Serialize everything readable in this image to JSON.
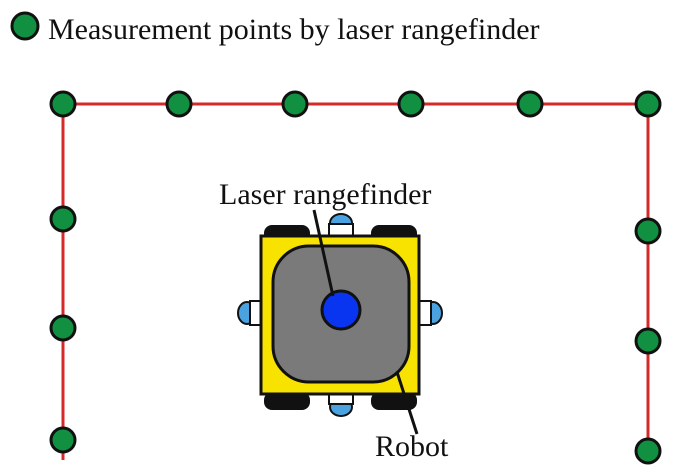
{
  "legend": {
    "text": "Measurement points by laser rangefinder"
  },
  "labels": {
    "laser_rangefinder": "Laser rangefinder",
    "robot": "Robot"
  },
  "colors": {
    "measurement_point": "#109040",
    "point_outline": "#111111",
    "wall_line": "#d42a2a",
    "robot_body": "#f7e200",
    "robot_cover": "#7a7a7a",
    "sensor": "#0a35f0",
    "wheel": "#111111",
    "caster": "#4aa3e0"
  },
  "icons": {
    "legend_marker": "green-circle",
    "sensor": "blue-circle"
  }
}
